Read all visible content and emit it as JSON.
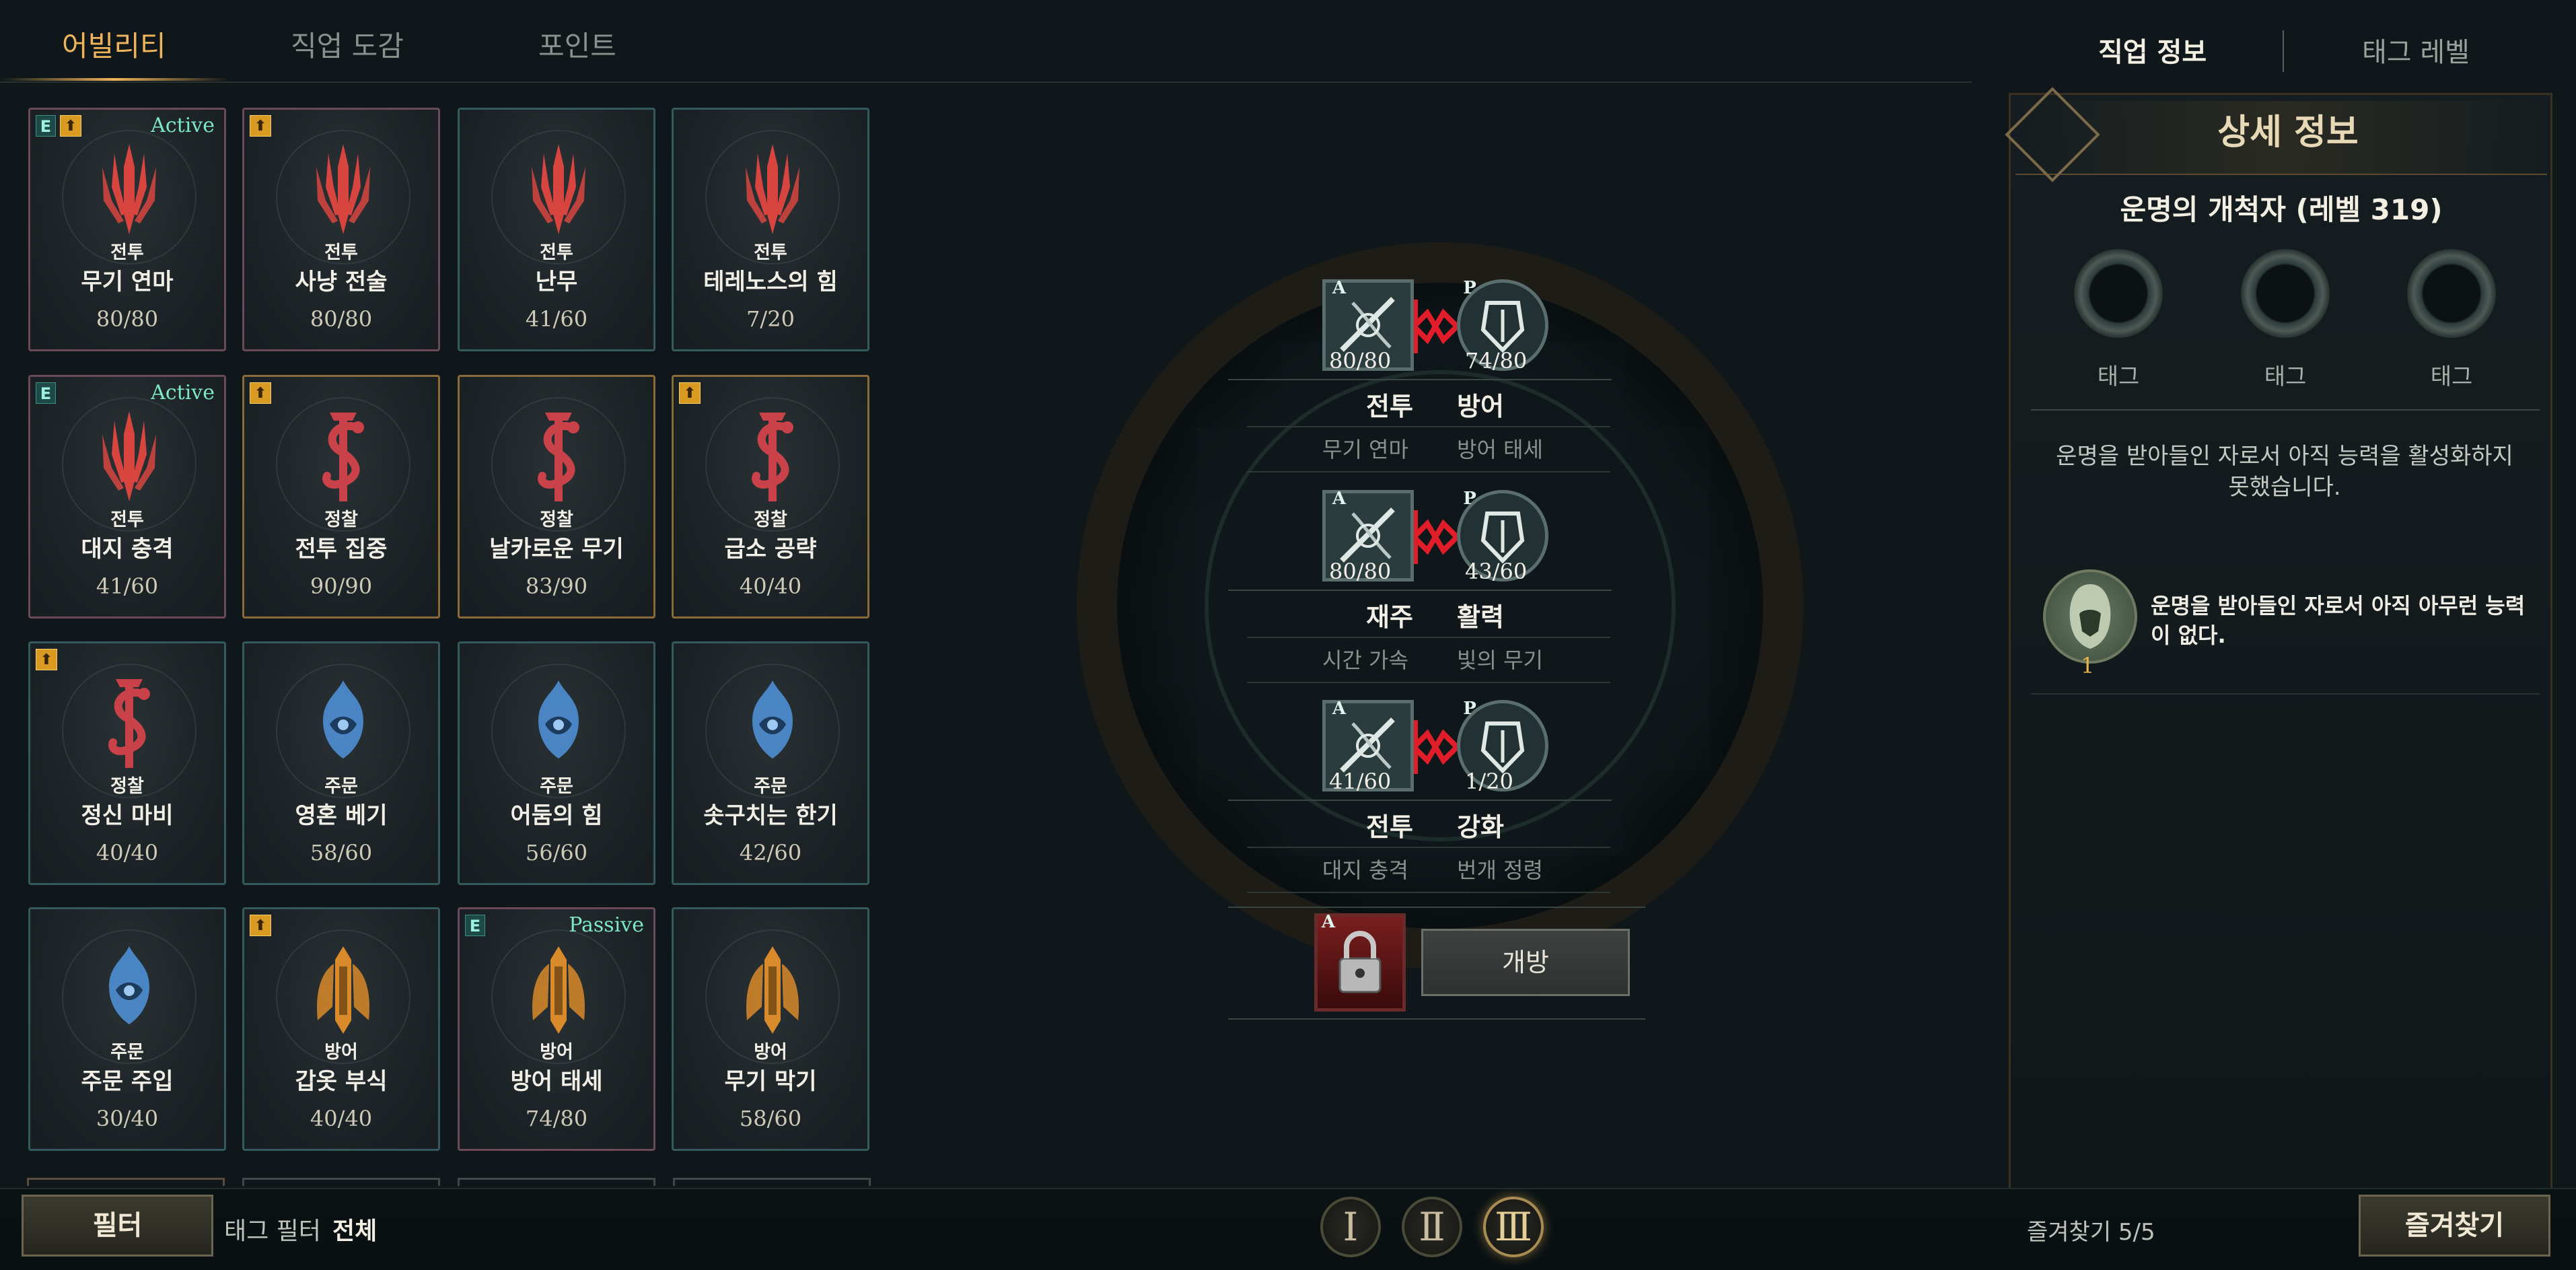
{
  "colors": {
    "accent": "#f0b45a",
    "active_state": "#7de8c8",
    "chain": "#e11d2a"
  },
  "tabs": [
    {
      "label": "어빌리티"
    },
    {
      "label": "직업 도감"
    },
    {
      "label": "포인트"
    }
  ],
  "right_tabs": {
    "job": "직업 정보",
    "tag": "태그 레벨"
  },
  "cards": [
    {
      "cat": "전투",
      "name": "무기 연마",
      "lvl": "80/80",
      "badge_e": "E",
      "badge_up": true,
      "state": "Active",
      "icon": "fork-icon",
      "color": "#d8453f"
    },
    {
      "cat": "전투",
      "name": "사냥 전술",
      "lvl": "80/80",
      "badge_e": "",
      "badge_up": true,
      "state": "",
      "icon": "fork-icon",
      "color": "#d8453f"
    },
    {
      "cat": "전투",
      "name": "난무",
      "lvl": "41/60",
      "badge_e": "",
      "badge_up": false,
      "state": "",
      "icon": "fork-icon",
      "color": "#d8453f"
    },
    {
      "cat": "전투",
      "name": "테레노스의 힘",
      "lvl": "7/20",
      "badge_e": "",
      "badge_up": false,
      "state": "",
      "icon": "fork-icon",
      "color": "#d8453f"
    },
    {
      "cat": "전투",
      "name": "대지 충격",
      "lvl": "41/60",
      "badge_e": "E",
      "badge_up": false,
      "state": "Active",
      "icon": "fork-icon",
      "color": "#d8453f"
    },
    {
      "cat": "정찰",
      "name": "전투 집중",
      "lvl": "90/90",
      "badge_e": "",
      "badge_up": true,
      "state": "",
      "icon": "serpent-icon",
      "color": "#c9424a"
    },
    {
      "cat": "정찰",
      "name": "날카로운 무기",
      "lvl": "83/90",
      "badge_e": "",
      "badge_up": false,
      "state": "",
      "icon": "serpent-icon",
      "color": "#c9424a"
    },
    {
      "cat": "정찰",
      "name": "급소 공략",
      "lvl": "40/40",
      "badge_e": "",
      "badge_up": true,
      "state": "",
      "icon": "serpent-icon",
      "color": "#c9424a"
    },
    {
      "cat": "정찰",
      "name": "정신 마비",
      "lvl": "40/40",
      "badge_e": "",
      "badge_up": true,
      "state": "",
      "icon": "serpent-icon",
      "color": "#c9424a"
    },
    {
      "cat": "주문",
      "name": "영혼 베기",
      "lvl": "58/60",
      "badge_e": "",
      "badge_up": false,
      "state": "",
      "icon": "crystal-icon",
      "color": "#4f8fd4"
    },
    {
      "cat": "주문",
      "name": "어둠의 힘",
      "lvl": "56/60",
      "badge_e": "",
      "badge_up": false,
      "state": "",
      "icon": "crystal-icon",
      "color": "#4f8fd4"
    },
    {
      "cat": "주문",
      "name": "솟구치는 한기",
      "lvl": "42/60",
      "badge_e": "",
      "badge_up": false,
      "state": "",
      "icon": "crystal-icon",
      "color": "#4f8fd4"
    },
    {
      "cat": "주문",
      "name": "주문 주입",
      "lvl": "30/40",
      "badge_e": "",
      "badge_up": false,
      "state": "",
      "icon": "crystal-icon",
      "color": "#4f8fd4"
    },
    {
      "cat": "방어",
      "name": "갑옷 부식",
      "lvl": "40/40",
      "badge_e": "",
      "badge_up": true,
      "state": "",
      "icon": "shield-wing-icon",
      "color": "#d98a2a"
    },
    {
      "cat": "방어",
      "name": "방어 태세",
      "lvl": "74/80",
      "badge_e": "E",
      "badge_up": false,
      "state": "Passive",
      "icon": "shield-wing-icon",
      "color": "#d98a2a"
    },
    {
      "cat": "방어",
      "name": "무기 막기",
      "lvl": "58/60",
      "badge_e": "",
      "badge_up": false,
      "state": "",
      "icon": "shield-wing-icon",
      "color": "#d98a2a"
    }
  ],
  "slots": [
    {
      "a": "A",
      "p": "P",
      "a_val": "80/80",
      "p_val": "74/80",
      "cat1": "전투",
      "cat2": "방어",
      "sub1": "무기 연마",
      "sub2": "방어 태세",
      "a_icon": "sword-slash-icon",
      "p_icon": "armor-icon"
    },
    {
      "a": "A",
      "p": "P",
      "a_val": "80/80",
      "p_val": "43/60",
      "cat1": "재주",
      "cat2": "활력",
      "sub1": "시간 가속",
      "sub2": "빛의 무기",
      "a_icon": "clock-icon",
      "p_icon": "light-weapon-icon"
    },
    {
      "a": "A",
      "p": "P",
      "a_val": "41/60",
      "p_val": "1/20",
      "cat1": "전투",
      "cat2": "강화",
      "sub1": "대지 충격",
      "sub2": "번개 정령",
      "a_icon": "burst-icon",
      "p_icon": "lightning-spirit-icon"
    }
  ],
  "lock": {
    "a": "A",
    "open": "개방"
  },
  "panel": {
    "title": "상세 정보",
    "class_name": "운명의 개척자 (레벨 319)",
    "tags": [
      "태그",
      "태그",
      "태그"
    ],
    "desc": "운명을 받아들인 자로서 아직 능력을 활성화하지 못했습니다.",
    "lore_num": "1",
    "lore_text": "운명을 받아들인 자로서 아직 아무런 능력이 없다."
  },
  "bottom": {
    "filter": "필터",
    "tagfilter_label": "태그 필터",
    "tagfilter_value": "전체",
    "pages": [
      "Ⅰ",
      "Ⅱ",
      "Ⅲ"
    ],
    "fav_count": "즐겨찾기 5/5",
    "fav": "즐겨찾기"
  }
}
